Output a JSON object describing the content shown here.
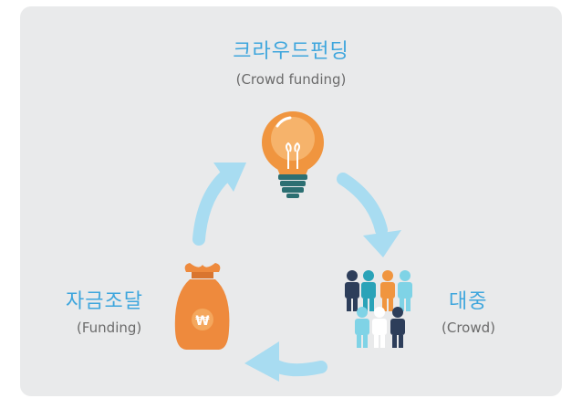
{
  "top": {
    "title": "크라우드펀딩",
    "subtitle": "(Crowd funding)"
  },
  "left": {
    "title": "자금조달",
    "subtitle": "(Funding)"
  },
  "right": {
    "title": "대중",
    "subtitle": "(Crowd)"
  },
  "bag_symbol": "₩",
  "colors": {
    "panel": "#e9eaeb",
    "accent_text": "#3ea6dd",
    "arrow": "#a8dcf1",
    "bulb": "#f0953f",
    "bag": "#ee8a3d"
  },
  "icons": [
    "light-bulb-icon",
    "money-bag-icon",
    "crowd-people-icon"
  ]
}
